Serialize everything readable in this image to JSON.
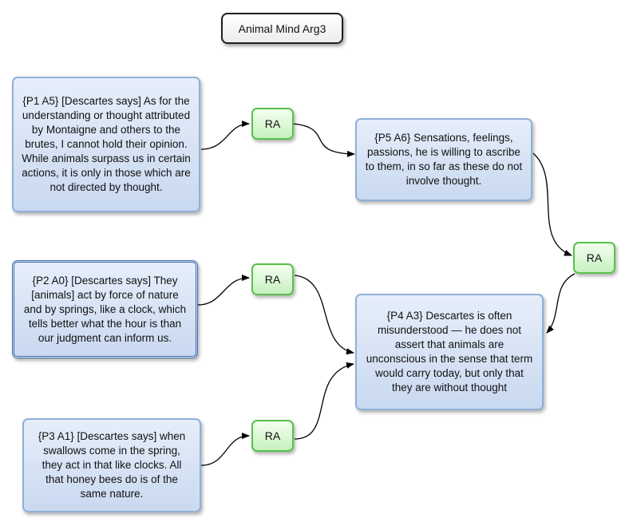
{
  "title": "Animal Mind Arg3",
  "nodes": {
    "p1": "{P1 A5} [Descartes says] As for the understanding or thought attributed by Montaigne and others to the brutes, I cannot hold their opinion. While animals surpass us in certain actions, it is only in those which are not directed by thought.",
    "p5": "{P5 A6} Sensations, feelings, passions, he is willing to ascribe to them, in so far as these do not involve thought.",
    "p2": "{P2 A0} [Descartes says] They [animals] act by force of nature and by springs, like a clock, which tells better what the hour is than our judgment can inform us.",
    "p4": "{P4 A3} Descartes is often misunderstood — he does not assert that animals are unconscious in the sense that term would carry today, but only that they are without thought",
    "p3": "{P3 A1} [Descartes says] when swallows come in the spring, they act in that like clocks. All that honey bees do is of the same nature."
  },
  "ra_label": "RA",
  "colors": {
    "node_border": "#8fb0d8",
    "node_fill": "#c9d9f0",
    "ra_border": "#55c24a",
    "ra_fill": "#c7f0bf",
    "edge": "#000000"
  }
}
